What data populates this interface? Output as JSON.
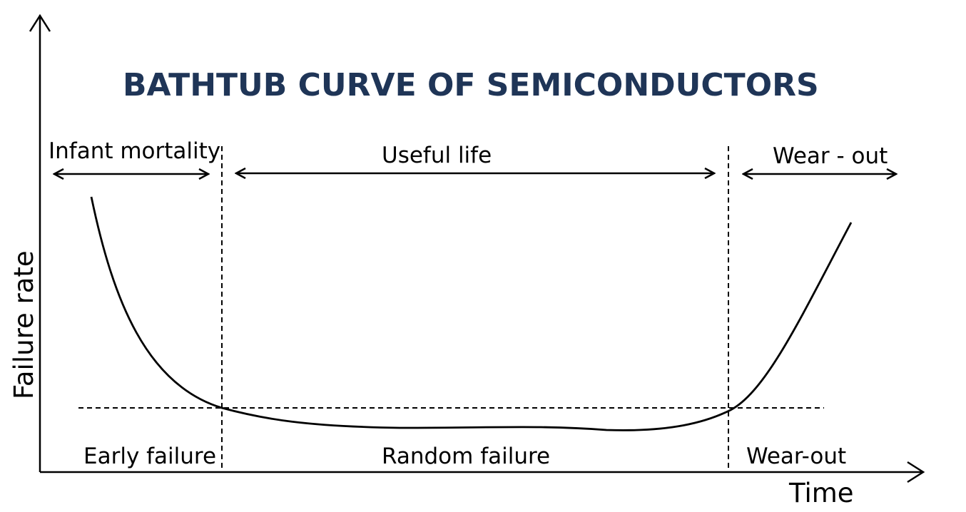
{
  "title": "BATHTUB CURVE OF SEMICONDUCTORS",
  "axes": {
    "x_label": "Time",
    "y_label": "Failure rate"
  },
  "phases": {
    "infant": "Infant mortality",
    "useful": "Useful life",
    "wearout": "Wear - out"
  },
  "regions": {
    "early": "Early failure",
    "random": "Random failure",
    "wearout": "Wear-out"
  },
  "colors": {
    "title": "#1f3557",
    "line": "#000000",
    "background": "#ffffff"
  }
}
